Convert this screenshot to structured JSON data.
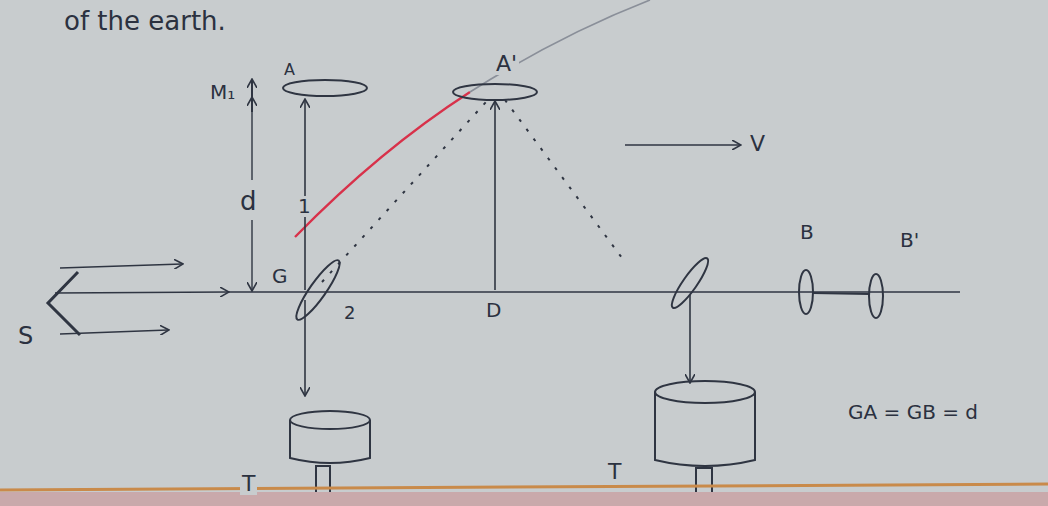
{
  "diagram": {
    "labels": [
      "of the earth.",
      "M₁",
      "d",
      "A",
      "A'",
      "1",
      "G",
      "2",
      "S",
      "D",
      "V",
      "B",
      "B'",
      "T",
      "T",
      "GA = GB = d"
    ]
  }
}
